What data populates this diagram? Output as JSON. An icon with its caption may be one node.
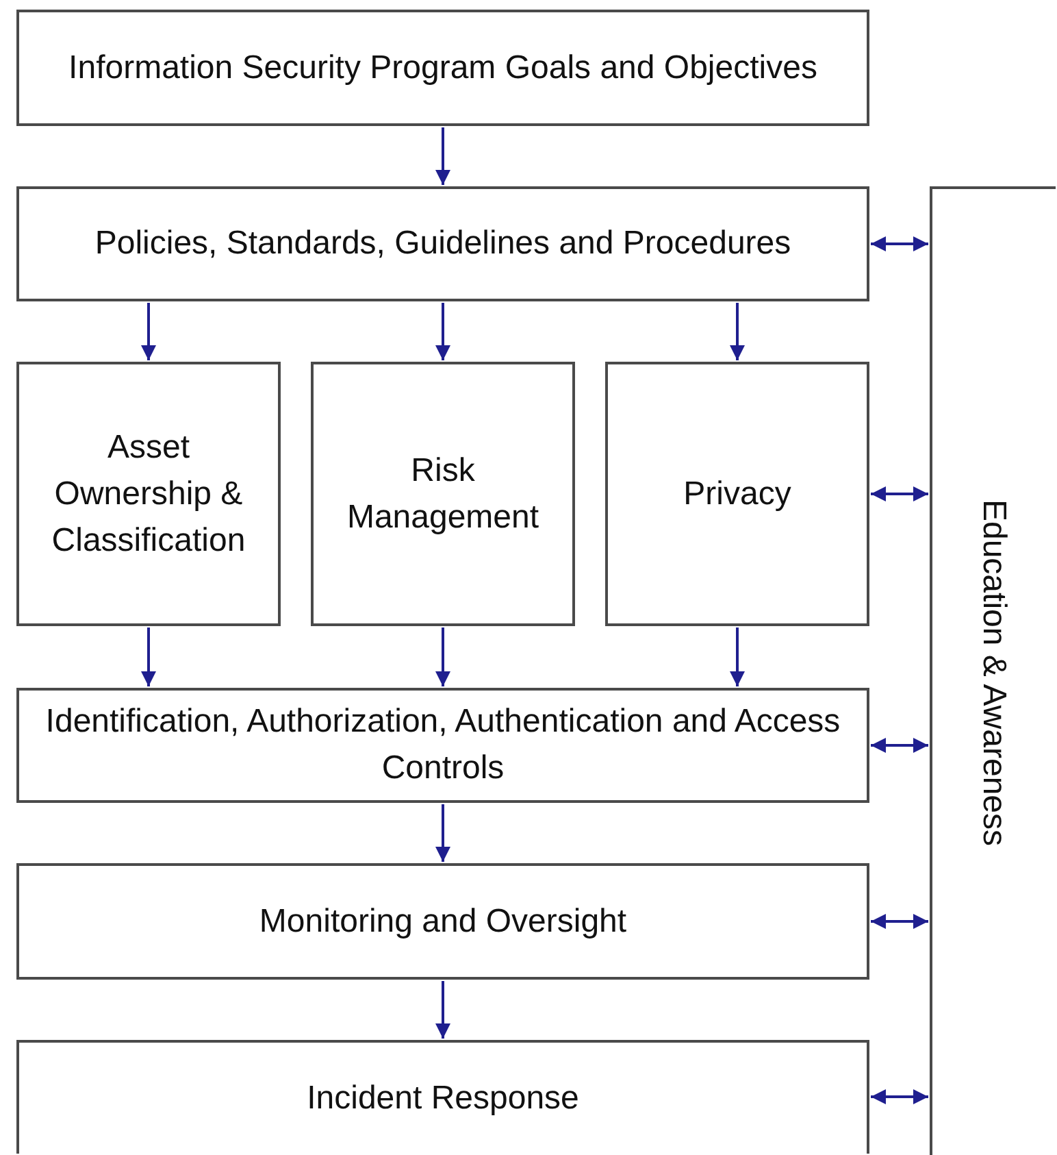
{
  "diagram": {
    "nodes": [
      {
        "text": [
          "Information Security Program Goals and Objectives"
        ]
      },
      {
        "text": [
          "Policies, Standards, Guidelines and Procedures"
        ]
      },
      {
        "text": [
          "Asset Ownership & Classification"
        ]
      },
      {
        "text": [
          "Risk Management"
        ]
      },
      {
        "text": [
          "Privacy"
        ]
      },
      {
        "text": [
          "Identification, Authorization, Authentication and Access Controls"
        ]
      },
      {
        "text": [
          "Monitoring and Oversight"
        ]
      },
      {
        "text": [
          "Incident Response"
        ]
      },
      {
        "text": [
          "Education & Awareness"
        ]
      }
    ],
    "edges": [
      {
        "from": 0,
        "to": 1,
        "arrow": "to"
      },
      {
        "from": 1,
        "to": 2,
        "arrow": "to"
      },
      {
        "from": 1,
        "to": 3,
        "arrow": "to"
      },
      {
        "from": 1,
        "to": 4,
        "arrow": "to"
      },
      {
        "from": 2,
        "to": 5,
        "arrow": "to"
      },
      {
        "from": 3,
        "to": 5,
        "arrow": "to"
      },
      {
        "from": 4,
        "to": 5,
        "arrow": "to"
      },
      {
        "from": 5,
        "to": 6,
        "arrow": "to"
      },
      {
        "from": 6,
        "to": 7,
        "arrow": "to"
      },
      {
        "from": 1,
        "to": 8,
        "arrow": "both"
      },
      {
        "from": 4,
        "to": 8,
        "arrow": "both"
      },
      {
        "from": 5,
        "to": 8,
        "arrow": "both"
      },
      {
        "from": 6,
        "to": 8,
        "arrow": "both"
      },
      {
        "from": 7,
        "to": 8,
        "arrow": "both"
      }
    ]
  }
}
